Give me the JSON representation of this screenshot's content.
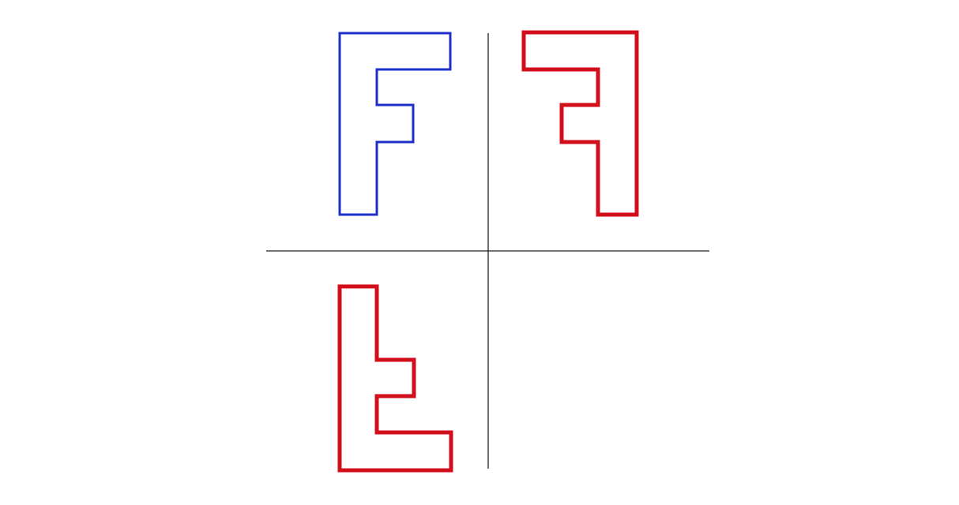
{
  "diagram": {
    "description_type": "reflection-of-letter-F-across-axes",
    "colors": {
      "background": "#ffffff",
      "axis": "#222222",
      "original_shape": "#1d2fc4",
      "reflected_shape": "#d10f1b"
    },
    "shapes": [
      {
        "id": "original",
        "quadrant": "top-left",
        "color_key": "original_shape",
        "transform": "none"
      },
      {
        "id": "mirror-vertical-axis",
        "quadrant": "top-right",
        "color_key": "reflected_shape",
        "transform": "reflect-across-vertical-axis"
      },
      {
        "id": "mirror-horizontal-axis",
        "quadrant": "bottom-left",
        "color_key": "reflected_shape",
        "transform": "reflect-across-horizontal-axis"
      }
    ]
  }
}
